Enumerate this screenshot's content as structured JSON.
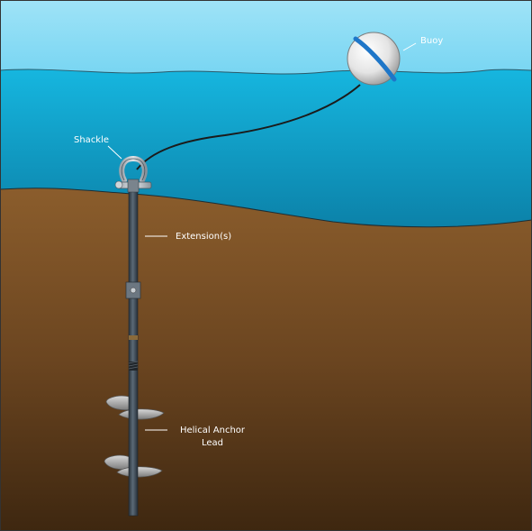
{
  "labels": {
    "buoy": "Buoy",
    "shackle": "Shackle",
    "extension": "Extension(s)",
    "helical_line1": "Helical Anchor",
    "helical_line2": "Lead"
  },
  "colors": {
    "sky": "#6fd2f2",
    "water_top": "#14b5de",
    "water_bottom": "#0c86ad",
    "soil_top": "#8a5b2b",
    "soil_bottom": "#3f2810",
    "buoy_stripe": "#1e76c8",
    "rod": "#3b4752"
  }
}
